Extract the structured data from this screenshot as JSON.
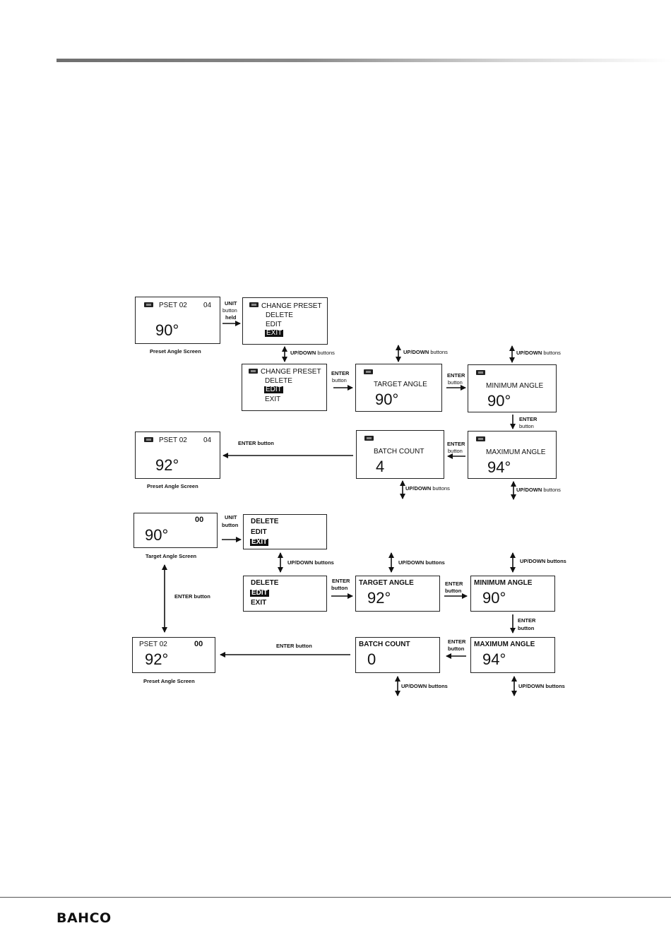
{
  "brand": {
    "logo": "BAHCO"
  },
  "labels": {
    "unit_button_held": [
      "UNIT",
      "button",
      "held"
    ],
    "unit_button": [
      "UNIT",
      "button"
    ],
    "enter_button_2": [
      "ENTER",
      "button"
    ],
    "up_down_bold": "UP/DOWN",
    "buttons_word": " buttons",
    "up_down_buttons": "UP/DOWN buttons",
    "enter_button": "ENTER button"
  },
  "captions": {
    "preset_angle_screen": "Preset Angle Screen",
    "target_angle_screen": "Target Angle Screen"
  },
  "flow1": {
    "preset1": {
      "title": "PSET 02",
      "num": "04",
      "value": "90°"
    },
    "menu_exit": {
      "items": [
        "CHANGE PRESET",
        "DELETE",
        "EDIT",
        "EXIT"
      ],
      "selected": "EXIT"
    },
    "menu_edit": {
      "items": [
        "CHANGE PRESET",
        "DELETE",
        "EDIT",
        "EXIT"
      ],
      "selected": "EDIT"
    },
    "target": {
      "title": "TARGET ANGLE",
      "value": "90°"
    },
    "minimum": {
      "title": "MINIMUM ANGLE",
      "value": "90°"
    },
    "maximum": {
      "title": "MAXIMUM ANGLE",
      "value": "94°"
    },
    "batch": {
      "title": "BATCH COUNT",
      "value": "4"
    },
    "preset2": {
      "title": "PSET 02",
      "num": "04",
      "value": "92°"
    }
  },
  "flow2": {
    "target_screen": {
      "num": "00",
      "value": "90°"
    },
    "menu_exit": {
      "items": [
        "DELETE",
        "EDIT",
        "EXIT"
      ],
      "selected": "EXIT"
    },
    "menu_edit": {
      "items": [
        "DELETE",
        "EDIT",
        "EXIT"
      ],
      "selected": "EDIT"
    },
    "target": {
      "title": "TARGET ANGLE",
      "value": "92°"
    },
    "minimum": {
      "title": "MINIMUM ANGLE",
      "value": "90°"
    },
    "maximum": {
      "title": "MAXIMUM ANGLE",
      "value": "94°"
    },
    "batch": {
      "title": "BATCH COUNT",
      "value": "0"
    },
    "preset": {
      "title": "PSET 02",
      "num": "00",
      "value": "92°"
    }
  }
}
